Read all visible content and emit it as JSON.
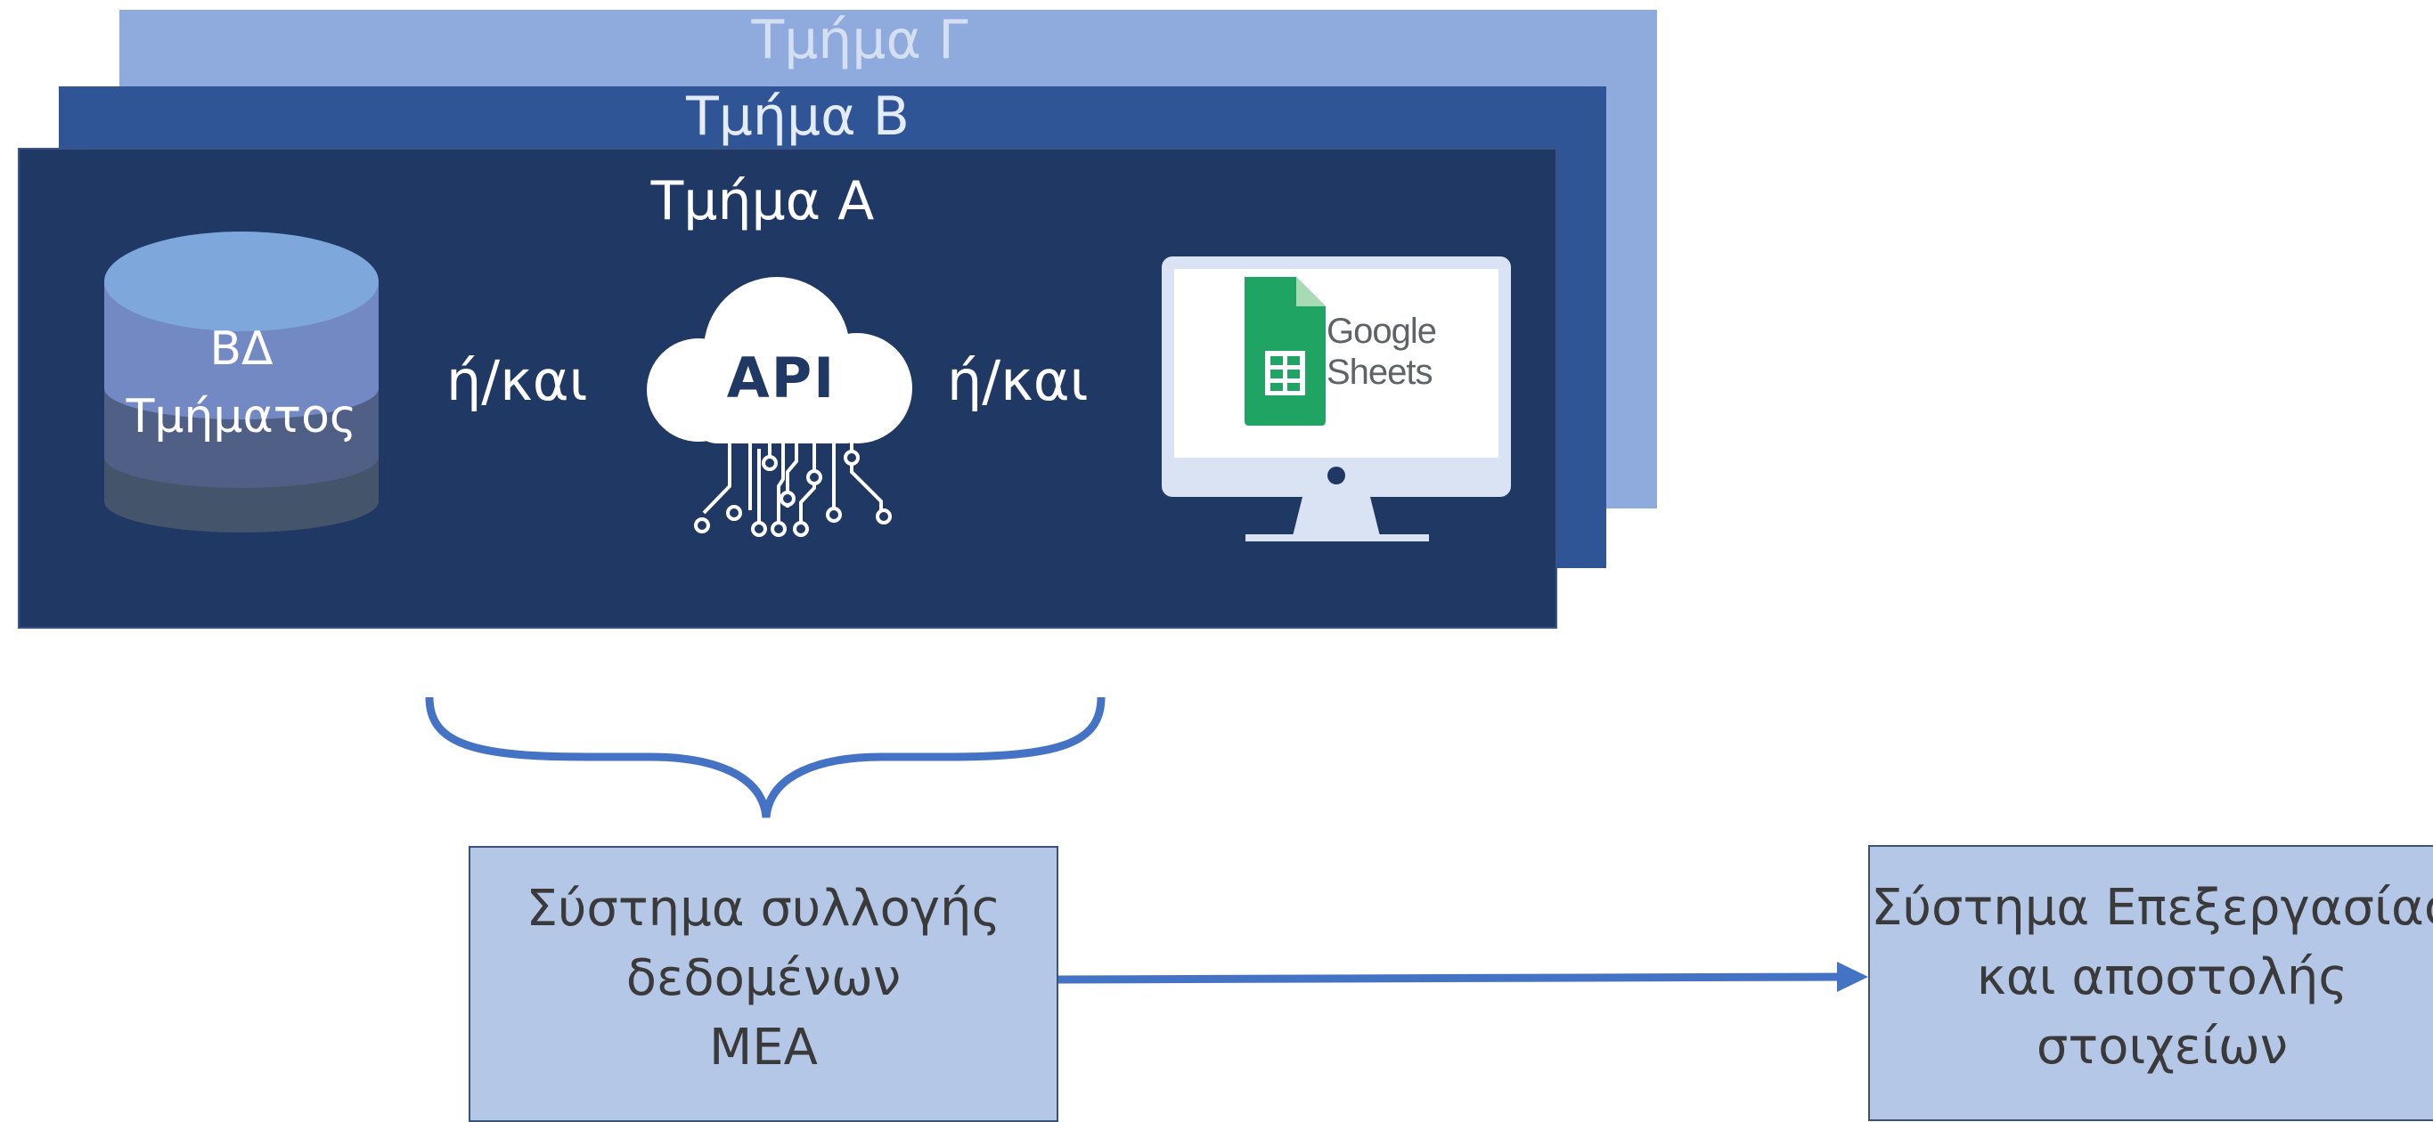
{
  "panels": {
    "c_title": "Τμήμα Γ",
    "b_title": "Τμήμα Β",
    "a_title": "Τμήμα Α"
  },
  "database": {
    "line1": "ΒΔ",
    "line2": "Τμήματος",
    "icon": "database-cylinder-icon"
  },
  "connectors_text": {
    "left": "ή/και",
    "right": "ή/και"
  },
  "api": {
    "label": "API",
    "icon": "cloud-api-icon"
  },
  "sheets": {
    "line1": "Google",
    "line2": "Sheets",
    "icon": "google-sheets-monitor-icon"
  },
  "boxes": {
    "collect": "Σύστημα συλλογής\nδεδομένων\nΜΕΑ",
    "process": "Σύστημα Επεξεργασίας\nκαι αποστολής\nστοιχείων"
  },
  "colors": {
    "panel_c": "#8faadc",
    "panel_b": "#2f5597",
    "panel_a": "#203864",
    "box_fill": "#b4c7e7",
    "connector": "#4472c4",
    "sheets_green": "#1fa463"
  }
}
